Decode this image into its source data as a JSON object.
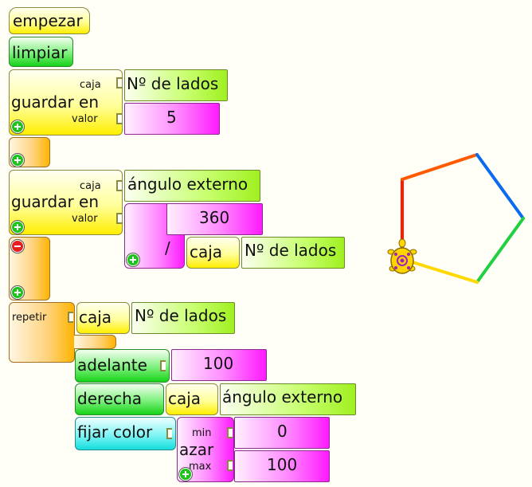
{
  "blocks": {
    "start": "empezar",
    "clear": "limpiar",
    "store1": {
      "label": "guardar en",
      "box_label": "caja",
      "value_label": "valor",
      "box_name": "Nº de lados",
      "value": "5"
    },
    "store2": {
      "label": "guardar en",
      "box_label": "caja",
      "value_label": "valor",
      "box_name": "ángulo externo",
      "numerator": "360",
      "operator": "/",
      "denominator_box": "caja",
      "denominator_name": "Nº de lados"
    },
    "repeat": {
      "label": "repetir",
      "count_box": "caja",
      "count_name": "Nº de lados"
    },
    "forward": {
      "label": "adelante",
      "value": "100"
    },
    "right": {
      "label": "derecha",
      "box": "caja",
      "name": "ángulo externo"
    },
    "set_color": {
      "label": "fijar color"
    },
    "random": {
      "label": "azar",
      "min_label": "min",
      "max_label": "max",
      "min": "0",
      "max": "100"
    }
  },
  "icons": {
    "add": "plus-circle-icon",
    "remove": "minus-circle-icon",
    "turtle": "turtle-icon"
  },
  "colors": {
    "pentagon_edges": [
      "#ff1a00",
      "#ff5a00",
      "#0a6af0",
      "#20d040",
      "#ffd800"
    ],
    "turtle_shell": "#ffd500",
    "turtle_pattern": "#a020c0"
  }
}
